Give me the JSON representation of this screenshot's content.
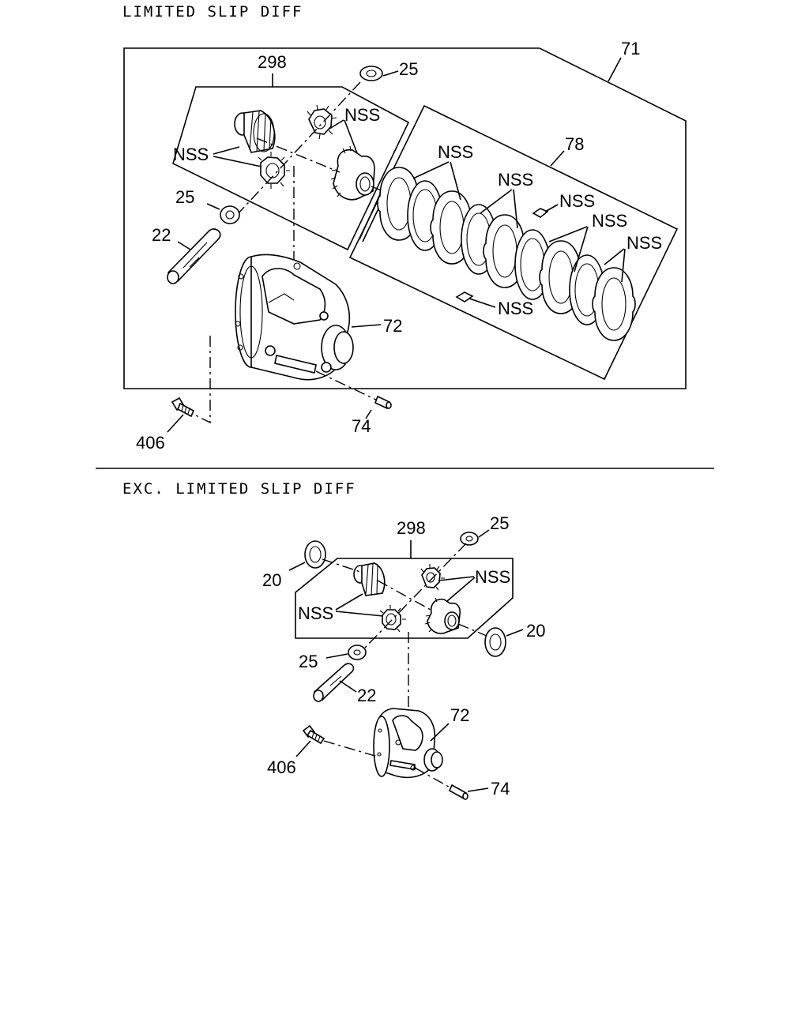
{
  "sections": {
    "lsd": {
      "heading": "LIMITED SLIP DIFF",
      "labels": {
        "l71": "71",
        "l298": "298",
        "l25a": "25",
        "nss_pinion": "NSS",
        "nss_side": "NSS",
        "l78": "78",
        "nss_plates1": "NSS",
        "nss_plates2": "NSS",
        "nss_key1": "NSS",
        "nss_plates3": "NSS",
        "nss_plates4": "NSS",
        "nss_key2": "NSS",
        "l25b": "25",
        "l22": "22",
        "l72": "72",
        "l74": "74",
        "l406": "406"
      }
    },
    "exc": {
      "heading": "EXC. LIMITED SLIP DIFF",
      "labels": {
        "l298": "298",
        "l25a": "25",
        "l20a": "20",
        "nss_top": "NSS",
        "nss_left": "NSS",
        "l20b": "20",
        "l25b": "25",
        "l22": "22",
        "l72": "72",
        "l406": "406",
        "l74": "74"
      }
    }
  }
}
